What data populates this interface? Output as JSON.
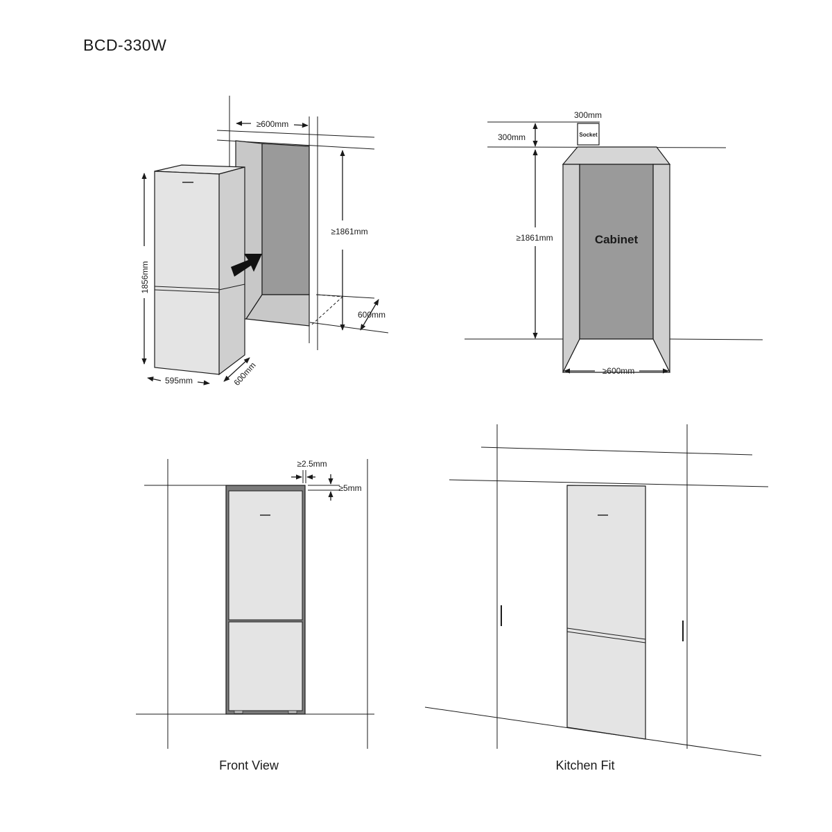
{
  "header": {
    "model": "BCD-330W"
  },
  "panel_top_left": {
    "width_label": "595mm",
    "depth_label": "600mm",
    "height_label": "1856mm",
    "niche_width_label": "≥600mm",
    "niche_height_label": "≥1861mm",
    "niche_depth_label": "600mm"
  },
  "panel_top_right": {
    "socket_label": "Socket",
    "socket_width_label": "300mm",
    "socket_height_label": "300mm",
    "cabinet_label": "Cabinet",
    "cabinet_height_label": "≥1861mm",
    "cabinet_width_label": "≥600mm"
  },
  "panel_bottom_left": {
    "side_gap_label": "≥2.5mm",
    "top_gap_label": "≥5mm",
    "caption": "Front View"
  },
  "panel_bottom_right": {
    "caption": "Kitchen Fit"
  },
  "colors": {
    "line": "#1a1a1a",
    "fridge_fill": "#e4e4e4",
    "fridge_side": "#cfcfcf",
    "niche_back": "#9a9a9a",
    "niche_wall": "#c8c8c8",
    "frame": "#7a7a7a"
  }
}
